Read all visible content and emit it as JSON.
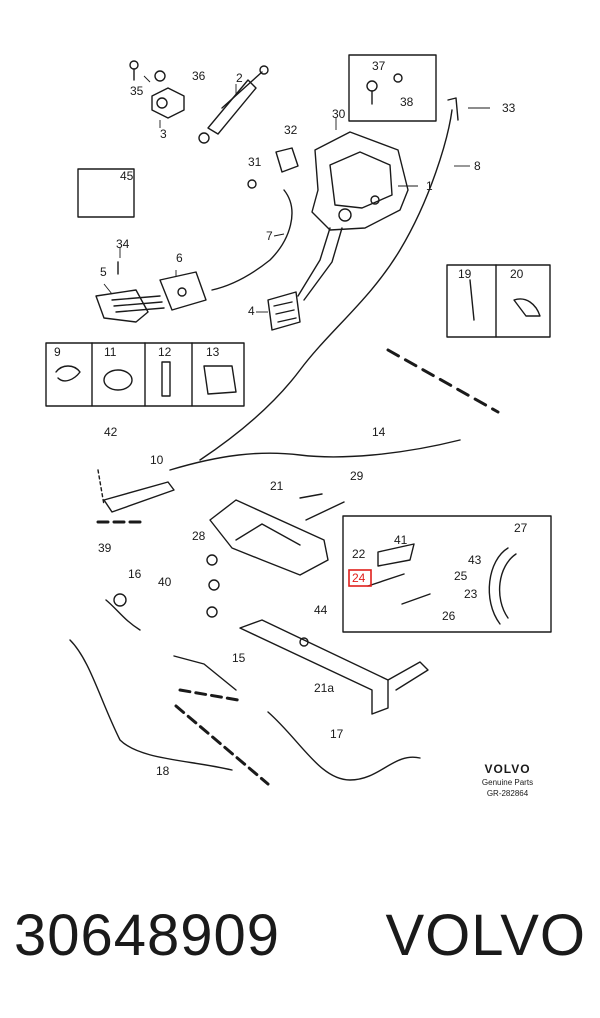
{
  "diagram": {
    "callouts": [
      "1",
      "2",
      "3",
      "4",
      "5",
      "6",
      "7",
      "8",
      "9",
      "10",
      "11",
      "12",
      "13",
      "14",
      "15",
      "16",
      "17",
      "18",
      "19",
      "20",
      "21",
      "21a",
      "22",
      "23",
      "24",
      "25",
      "26",
      "27",
      "28",
      "29",
      "30",
      "31",
      "32",
      "33",
      "34",
      "35",
      "36",
      "37",
      "38",
      "39",
      "40",
      "41",
      "42",
      "43",
      "44",
      "45"
    ],
    "highlighted_callout": "24",
    "highlight_color": "#e0201c"
  },
  "brand": {
    "name": "VOLVO",
    "subtitle": "Genuine Parts",
    "reference": "GR-282864"
  },
  "footer": {
    "part_number": "30648909",
    "make": "VOLVO"
  }
}
